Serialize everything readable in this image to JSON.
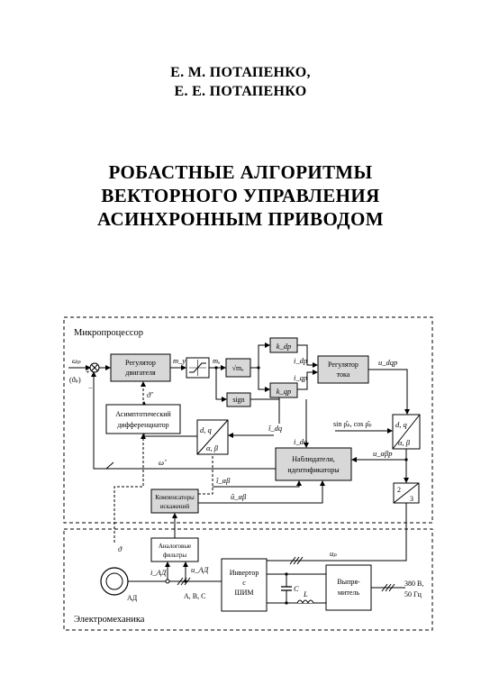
{
  "authors": [
    "Е. М. ПОТАПЕНКО,",
    "Е. Е. ПОТАПЕНКО"
  ],
  "title_lines": [
    "РОБАСТНЫЕ АЛГОРИТМЫ",
    "ВЕКТОРНОГО УПРАВЛЕНИЯ",
    "АСИНХРОННЫМ ПРИВОДОМ"
  ],
  "diagram": {
    "zones": {
      "top": "Микропроцессор",
      "bottom": "Электромеханика"
    },
    "blocks": {
      "motor_regulator": [
        "Регулятор",
        "двигателя"
      ],
      "asymptotic_diff": [
        "Асимптотический",
        "дифференциатор"
      ],
      "sqrt": "√mₐ",
      "sign": "sign",
      "k_dp": "k_dp",
      "k_qp": "k_qp",
      "current_regulator": [
        "Регулятор",
        "тока"
      ],
      "dq_to_ab_left": [
        "d, q",
        "α, β"
      ],
      "dq_to_ab_right": [
        "d, q",
        "α, β"
      ],
      "observers": [
        "Наблюдатели,",
        "идентификаторы"
      ],
      "compensators": [
        "Компенсаторы",
        "искажений"
      ],
      "ratio": [
        "2",
        "3"
      ],
      "analog_filters": [
        "Аналоговые",
        "фильтры"
      ],
      "inverter": [
        "Инвертор",
        "с",
        "ШИМ"
      ],
      "rectifier": [
        "Выпря-",
        "митель"
      ]
    },
    "labels": {
      "omega_p": "ωₚ",
      "theta_p": "(ϑₚ)",
      "plus": "+",
      "minus": "−",
      "m_y": "m_y",
      "m_a": "mₐ",
      "i_dp": "i_dp",
      "i_qp": "i_qp",
      "u_dqp": "u_dqp",
      "theta_hat": "ϑ̂",
      "i_dq_hat": "î_dq",
      "i_dq": "i_dq",
      "sincos": "sin ρ̂ₚ, cos ρ̂ₚ",
      "omega_hat": "ω̂",
      "u_ab_p": "u_αβp",
      "i_ab_hat": "î_αβ",
      "u_ab_hat": "û_αβ",
      "theta": "ϑ",
      "u_p": "uₚ",
      "i_ad": "i_АД",
      "u_ad": "u_АД",
      "ad": "АД",
      "abc": "А, В, С",
      "C": "C",
      "L": "L",
      "mains": [
        "380 В,",
        "50 Гц"
      ]
    }
  }
}
